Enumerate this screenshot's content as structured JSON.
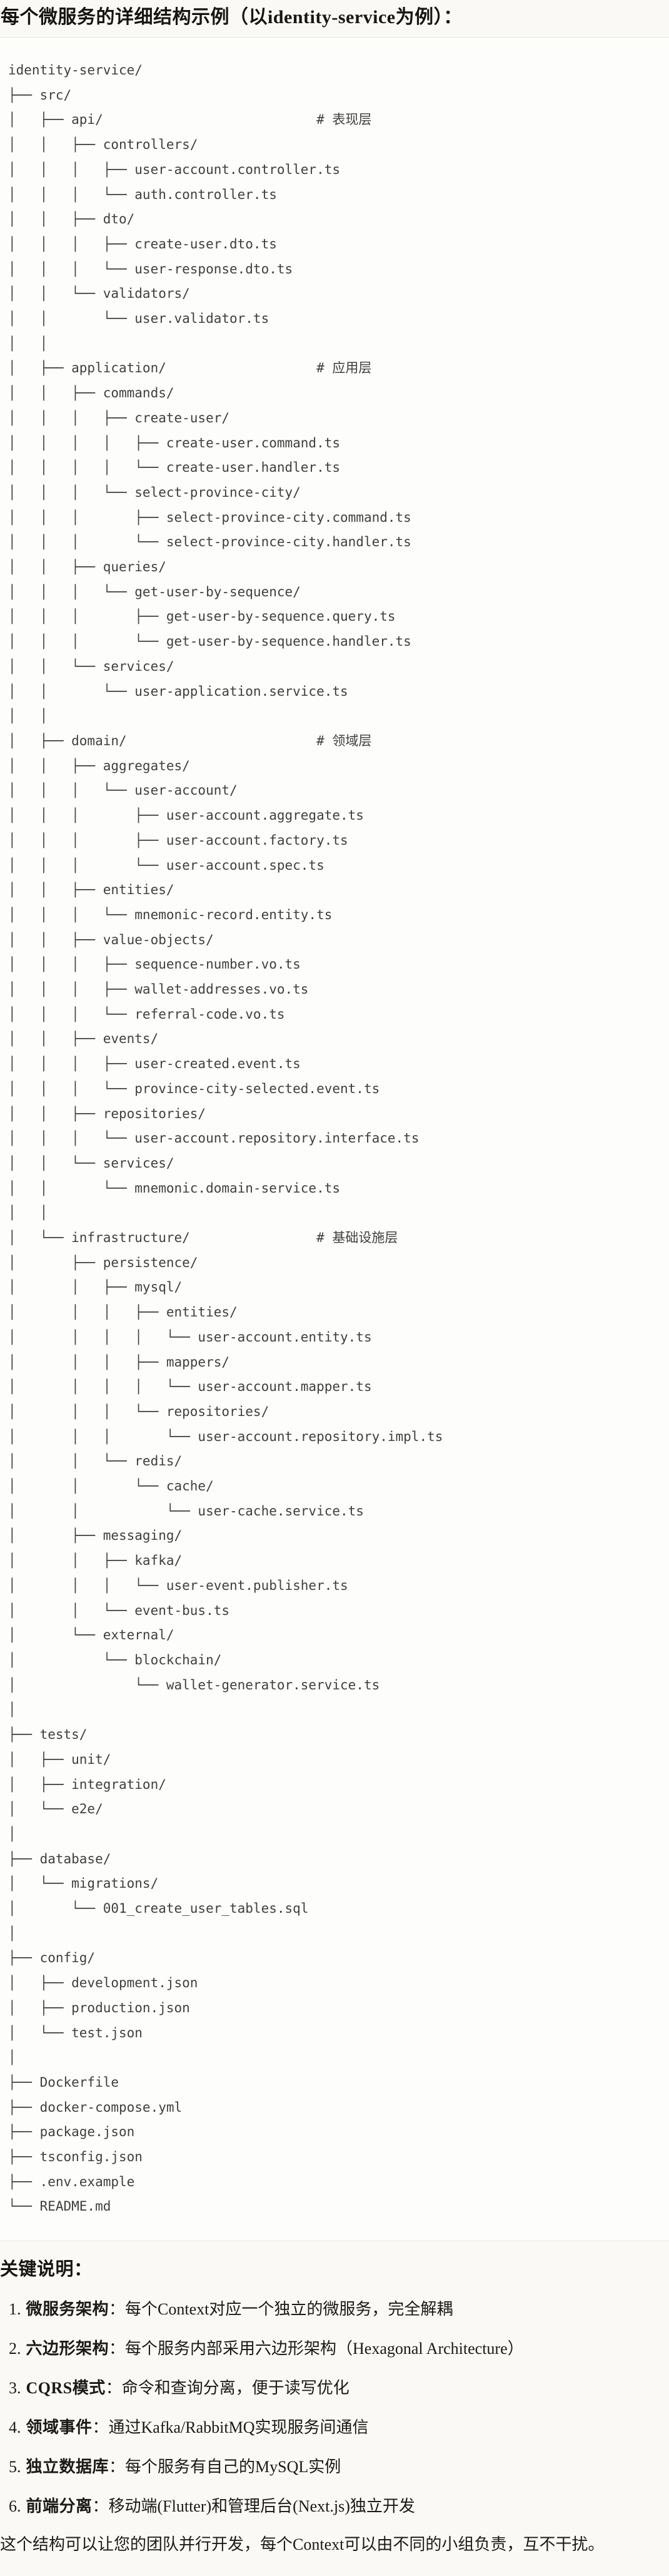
{
  "colors": {
    "page_bg": "#faf9f5",
    "code_block_bg": "#fdfdfb",
    "code_block_border": "#e7e4dc",
    "code_text": "#3f403b",
    "body_text": "#1b1a17"
  },
  "title": "每个微服务的详细结构示例（以identity-service为例）：",
  "tree": {
    "comment_col": 39,
    "lines": [
      "identity-service/",
      "├── src/",
      [
        "│   ├── api/",
        "# 表现层"
      ],
      "│   │   ├── controllers/",
      "│   │   │   ├── user-account.controller.ts",
      "│   │   │   └── auth.controller.ts",
      "│   │   ├── dto/",
      "│   │   │   ├── create-user.dto.ts",
      "│   │   │   └── user-response.dto.ts",
      "│   │   └── validators/",
      "│   │       └── user.validator.ts",
      "│   │",
      [
        "│   ├── application/",
        "# 应用层"
      ],
      "│   │   ├── commands/",
      "│   │   │   ├── create-user/",
      "│   │   │   │   ├── create-user.command.ts",
      "│   │   │   │   └── create-user.handler.ts",
      "│   │   │   └── select-province-city/",
      "│   │   │       ├── select-province-city.command.ts",
      "│   │   │       └── select-province-city.handler.ts",
      "│   │   ├── queries/",
      "│   │   │   └── get-user-by-sequence/",
      "│   │   │       ├── get-user-by-sequence.query.ts",
      "│   │   │       └── get-user-by-sequence.handler.ts",
      "│   │   └── services/",
      "│   │       └── user-application.service.ts",
      "│   │",
      [
        "│   ├── domain/",
        "# 领域层"
      ],
      "│   │   ├── aggregates/",
      "│   │   │   └── user-account/",
      "│   │   │       ├── user-account.aggregate.ts",
      "│   │   │       ├── user-account.factory.ts",
      "│   │   │       └── user-account.spec.ts",
      "│   │   ├── entities/",
      "│   │   │   └── mnemonic-record.entity.ts",
      "│   │   ├── value-objects/",
      "│   │   │   ├── sequence-number.vo.ts",
      "│   │   │   ├── wallet-addresses.vo.ts",
      "│   │   │   └── referral-code.vo.ts",
      "│   │   ├── events/",
      "│   │   │   ├── user-created.event.ts",
      "│   │   │   └── province-city-selected.event.ts",
      "│   │   ├── repositories/",
      "│   │   │   └── user-account.repository.interface.ts",
      "│   │   └── services/",
      "│   │       └── mnemonic.domain-service.ts",
      "│   │",
      [
        "│   └── infrastructure/",
        "# 基础设施层"
      ],
      "│       ├── persistence/",
      "│       │   ├── mysql/",
      "│       │   │   ├── entities/",
      "│       │   │   │   └── user-account.entity.ts",
      "│       │   │   ├── mappers/",
      "│       │   │   │   └── user-account.mapper.ts",
      "│       │   │   └── repositories/",
      "│       │   │       └── user-account.repository.impl.ts",
      "│       │   └── redis/",
      "│       │       └── cache/",
      "│       │           └── user-cache.service.ts",
      "│       ├── messaging/",
      "│       │   ├── kafka/",
      "│       │   │   └── user-event.publisher.ts",
      "│       │   └── event-bus.ts",
      "│       └── external/",
      "│           └── blockchain/",
      "│               └── wallet-generator.service.ts",
      "│",
      "├── tests/",
      "│   ├── unit/",
      "│   ├── integration/",
      "│   └── e2e/",
      "│",
      "├── database/",
      "│   └── migrations/",
      "│       └── 001_create_user_tables.sql",
      "│",
      "├── config/",
      "│   ├── development.json",
      "│   ├── production.json",
      "│   └── test.json",
      "│",
      "├── Dockerfile",
      "├── docker-compose.yml",
      "├── package.json",
      "├── tsconfig.json",
      "├── .env.example",
      "└── README.md"
    ]
  },
  "notes": {
    "heading": "关键说明：",
    "items": [
      {
        "num": "1.",
        "label": "微服务架构",
        "desc": "：每个Context对应一个独立的微服务，完全解耦"
      },
      {
        "num": "2.",
        "label": "六边形架构",
        "desc": "：每个服务内部采用六边形架构（Hexagonal Architecture）"
      },
      {
        "num": "3.",
        "label": "CQRS模式",
        "desc": "：命令和查询分离，便于读写优化"
      },
      {
        "num": "4.",
        "label": "领域事件",
        "desc": "：通过Kafka/RabbitMQ实现服务间通信"
      },
      {
        "num": "5.",
        "label": "独立数据库",
        "desc": "：每个服务有自己的MySQL实例"
      },
      {
        "num": "6.",
        "label": "前端分离",
        "desc": "：移动端(Flutter)和管理后台(Next.js)独立开发"
      }
    ],
    "footer": "这个结构可以让您的团队并行开发，每个Context可以由不同的小组负责，互不干扰。"
  }
}
